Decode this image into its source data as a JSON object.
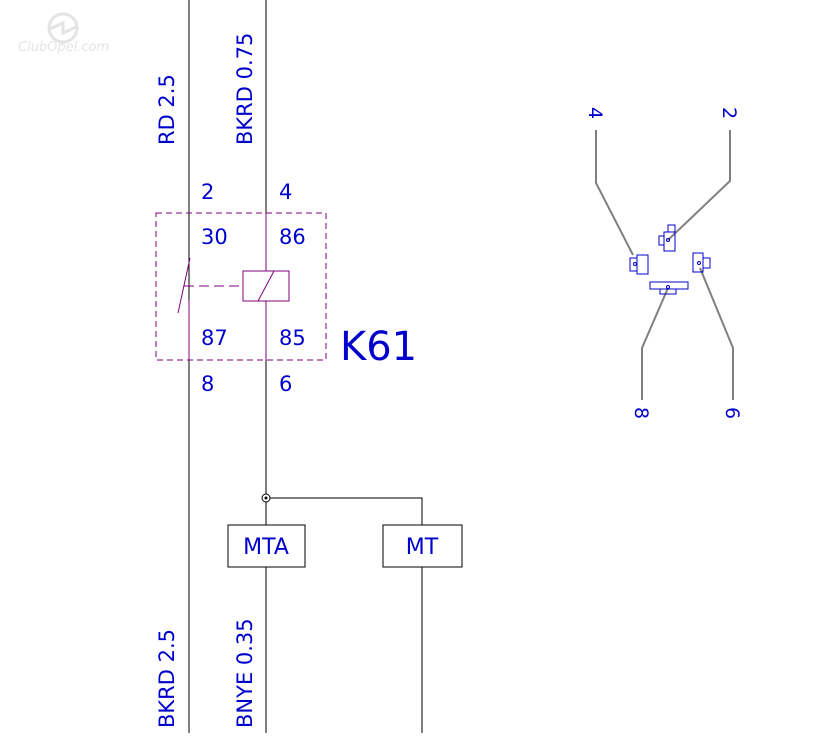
{
  "watermark": "ClubOpel.com",
  "colors": {
    "label": "#0000cc",
    "wire": "#000000",
    "relay": "#800080",
    "connector_lead": "#808080"
  },
  "wires": {
    "left_top": "RD 2.5",
    "right_top": "BKRD 0.75",
    "left_bottom": "BKRD 2.5",
    "right_bottom": "BNYE 0.35"
  },
  "relay": {
    "name": "K61",
    "pins_outer": {
      "top_left": "2",
      "top_right": "4",
      "bottom_left": "8",
      "bottom_right": "6"
    },
    "pins_inner": {
      "top_left": "30",
      "top_right": "86",
      "bottom_left": "87",
      "bottom_right": "85"
    }
  },
  "boxes": {
    "left": "MTA",
    "right": "MT"
  },
  "connector_view": {
    "pin_top_left": "4",
    "pin_top_right": "2",
    "pin_bottom_left": "8",
    "pin_bottom_right": "6"
  }
}
